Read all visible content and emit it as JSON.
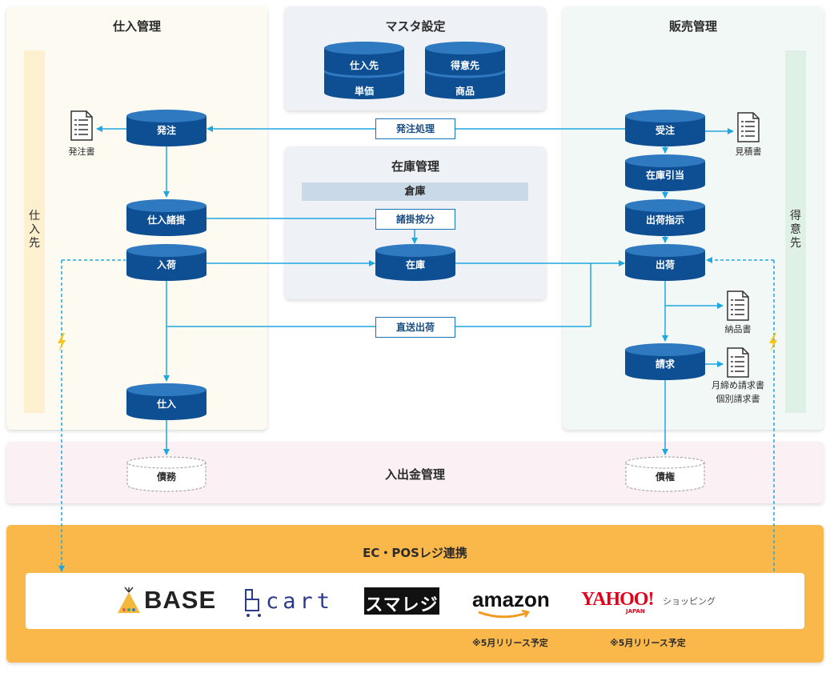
{
  "panels": {
    "purchase": "仕入管理",
    "master": "マスタ設定",
    "sales": "販売管理",
    "inventory": "在庫管理",
    "cash": "入出金管理",
    "ec": "EC・POSレジ連携"
  },
  "side_labels": {
    "supplier": [
      "仕",
      "入",
      "先"
    ],
    "customer": [
      "得",
      "意",
      "先"
    ]
  },
  "master_items": {
    "supplier": "仕入先",
    "unit_price": "単価",
    "customer": "得意先",
    "product": "商品"
  },
  "nodes": {
    "order": "発注",
    "purchase_estimate": "仕入諸掛",
    "receiving": "入荷",
    "purchase": "仕入",
    "payable": "債務",
    "sales_order": "受注",
    "allocation": "在庫引当",
    "shipping_instruction": "出荷指示",
    "shipping": "出荷",
    "billing": "請求",
    "receivable": "債権",
    "stock": "在庫"
  },
  "warehouse": "倉庫",
  "process_boxes": {
    "order_processing": "発注処理",
    "cost_allocation": "諸掛按分",
    "direct_shipping": "直送出荷"
  },
  "documents": {
    "purchase_order": "発注書",
    "quotation": "見積書",
    "delivery_note": "納品書",
    "invoice_monthly": "月締め請求書",
    "invoice_individual": "個別請求書"
  },
  "ec_logos": {
    "base": "BASE",
    "bcart": "cart",
    "smaregi": "スマレジ",
    "amazon": "amazon",
    "yahoo": "YAHOO!",
    "yahoo_sub": "JAPAN",
    "yahoo_shopping": "ショッピング"
  },
  "notes": {
    "amazon": "※5月リリース予定",
    "yahoo": "※5月リリース予定"
  },
  "colors": {
    "node_blue": "#0d4f92",
    "node_top": "#2e79c0",
    "arrow": "#1ea7e0",
    "purchase_bg": "#fdfaf2",
    "master_bg": "#eef2f6",
    "sales_bg": "#f2f8f5",
    "cash_bg": "#fbf0f3",
    "ec_bg": "#fbb84a",
    "supplier_bar": "#fdf0cf",
    "customer_bar": "#dff1e6",
    "bolt": "#f5c518"
  },
  "icons": [
    "document-icon",
    "lightning-icon",
    "arrow-icon"
  ]
}
